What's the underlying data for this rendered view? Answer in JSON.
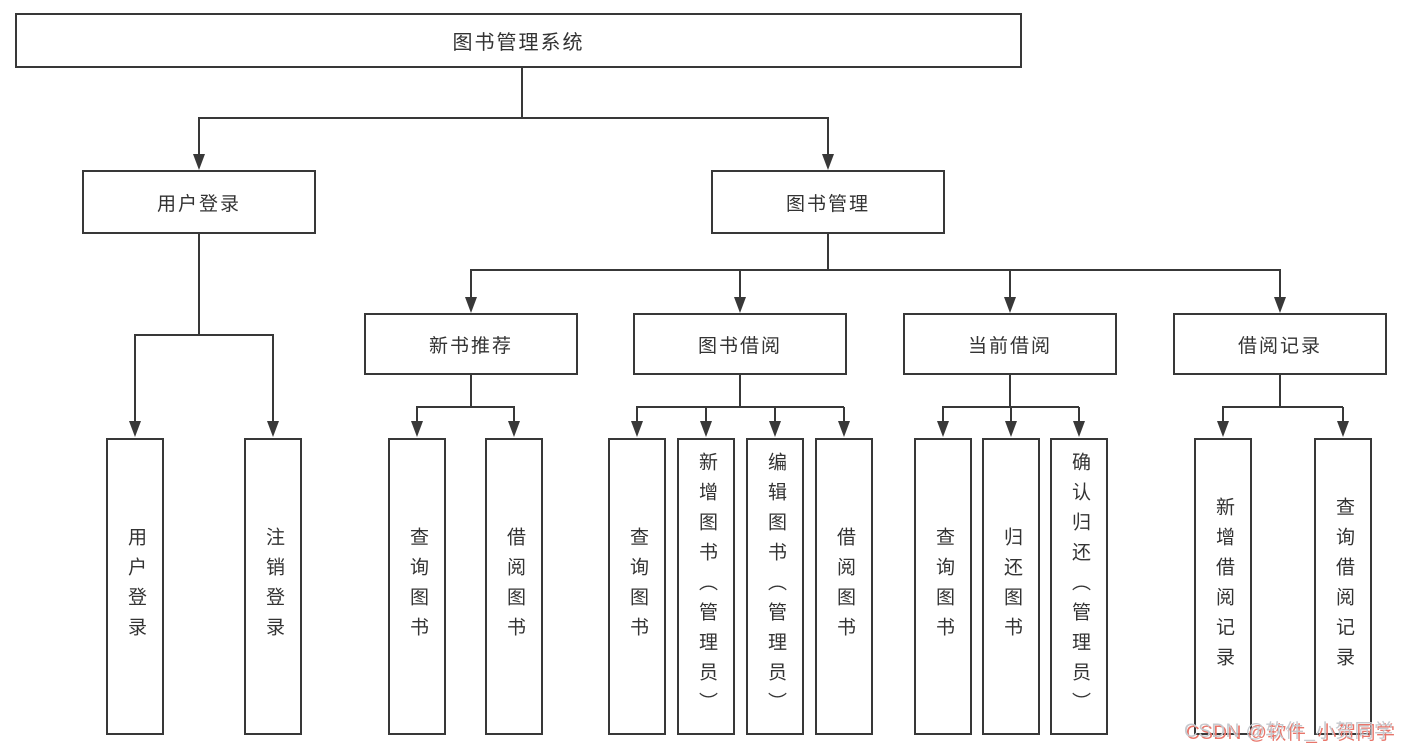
{
  "diagram": {
    "root": {
      "label": "图书管理系统"
    },
    "branches": [
      {
        "label": "用户登录",
        "children": [
          {
            "label": "用户登录"
          },
          {
            "label": "注销登录"
          }
        ]
      },
      {
        "label": "图书管理",
        "children": [
          {
            "label": "新书推荐",
            "children": [
              {
                "label": "查询图书"
              },
              {
                "label": "借阅图书"
              }
            ]
          },
          {
            "label": "图书借阅",
            "children": [
              {
                "label": "查询图书"
              },
              {
                "label": "新增图书（管理员）"
              },
              {
                "label": "编辑图书（管理员）"
              },
              {
                "label": "借阅图书"
              }
            ]
          },
          {
            "label": "当前借阅",
            "children": [
              {
                "label": "查询图书"
              },
              {
                "label": "归还图书"
              },
              {
                "label": "确认归还（管理员）"
              }
            ]
          },
          {
            "label": "借阅记录",
            "children": [
              {
                "label": "新增借阅记录"
              },
              {
                "label": "查询借阅记录"
              }
            ]
          }
        ]
      }
    ]
  },
  "watermark": {
    "text": "CSDN @软件_小贺同学"
  },
  "colors": {
    "line": "#383838",
    "text": "#333333",
    "background": "#ffffff",
    "watermark_gray": "#c6c9ce",
    "watermark_red": "#e8756a"
  }
}
